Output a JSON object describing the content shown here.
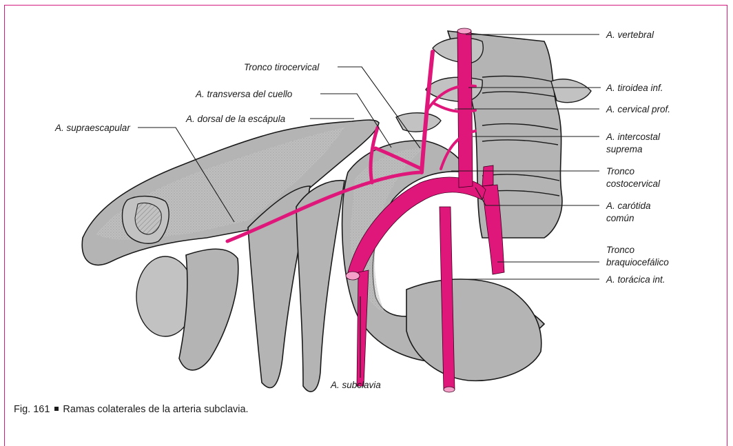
{
  "figure": {
    "caption_number": "Fig. 161",
    "caption_text": "Ramas colaterales de la arteria subclavia.",
    "accent_color": "#e0177a",
    "frame_color": "#d4197c"
  },
  "labels": {
    "vertebral": "A. vertebral",
    "tirocervical": "Tronco tirocervical",
    "transversa": "A. transversa del cuello",
    "dorsal_escapula": "A. dorsal de la escápula",
    "supraescapular": "A. supraescapular",
    "tiroidea": "A. tiroidea inf.",
    "cervical_prof": "A. cervical prof.",
    "intercostal_1": "A. intercostal",
    "intercostal_2": "suprema",
    "costocervical_1": "Tronco",
    "costocervical_2": "costocervical",
    "carotida_1": "A. carótida",
    "carotida_2": "común",
    "braquiocefalico_1": "Tronco",
    "braquiocefalico_2": "braquiocefálico",
    "toracica": "A. torácica int.",
    "subclavia": "A. subclavia"
  }
}
